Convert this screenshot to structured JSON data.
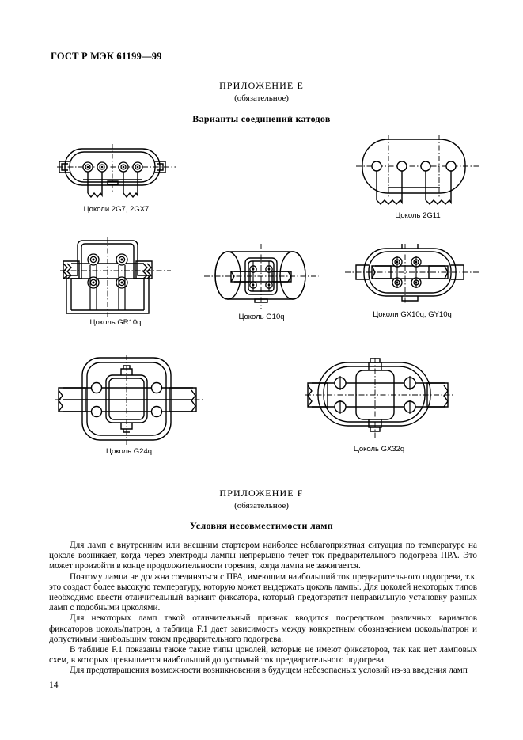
{
  "document": {
    "standard_header": "ГОСТ Р МЭК 61199—99",
    "page_number": "14"
  },
  "appendix_e": {
    "title": "ПРИЛОЖЕНИЕ Е",
    "subtitle": "(обязательное)",
    "heading": "Варианты соединений катодов",
    "figures": [
      {
        "id": "fig-2g7-2gx7",
        "caption": "Цоколи 2G7, 2GX7"
      },
      {
        "id": "fig-2g11",
        "caption": "Цоколь 2G11"
      },
      {
        "id": "fig-gr10q",
        "caption": "Цоколь GR10q"
      },
      {
        "id": "fig-g10q",
        "caption": "Цоколь G10q"
      },
      {
        "id": "fig-gx10q",
        "caption": "Цоколи GX10q,   GY10q"
      },
      {
        "id": "fig-g24q",
        "caption": "Цоколь G24q"
      },
      {
        "id": "fig-gx32q",
        "caption": "Цоколь GX32q"
      }
    ]
  },
  "appendix_f": {
    "title": "ПРИЛОЖЕНИЕ F",
    "subtitle": "(обязательное)",
    "heading": "Условия несовместимости ламп",
    "paragraphs": [
      "Для ламп с внутренним или внешним стартером наиболее неблагоприятная ситуация по температуре на цоколе возникает, когда через электроды лампы непрерывно течет ток предварительного подогрева ПРА. Это может произойти в конце продолжительности горения, когда лампа не зажигается.",
      "Поэтому лампа не должна соединяться с ПРА, имеющим наибольший ток предварительного подогрева, т.к. это создаст более высокую температуру, которую может выдержать цоколь лампы. Для цоколей некоторых типов необходимо ввести отличительный вариант фиксатора, который предотвратит неправильную установку разных ламп с подобными цоколями.",
      "Для некоторых ламп такой отличительный признак вводится посредством различных вариантов фиксаторов цоколь/патрон, а таблица F.1 дает зависимость между конкретным обозначением цоколь/патрон и допустимым наибольшим током предварительного подогрева.",
      "В таблице F.1 показаны также такие типы цоколей, которые не имеют фиксаторов, так как нет ламповых схем, в которых превышается наибольший допустимый ток предварительного подогрева.",
      "Для предотвращения возможности возникновения в будущем небезопасных условий из-за введения ламп"
    ]
  },
  "colors": {
    "ink": "#000000",
    "paper": "#ffffff"
  }
}
